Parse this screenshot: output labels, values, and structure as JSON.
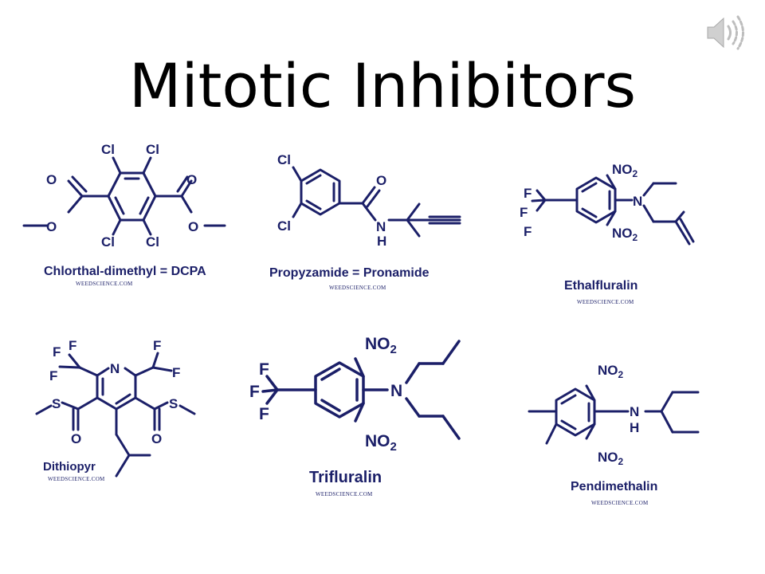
{
  "title": "Mitotic Inhibitors",
  "icons": {
    "audio": "speaker-icon"
  },
  "colors": {
    "structure": "#1b1f68",
    "title": "#000000",
    "background": "#ffffff"
  },
  "credit": "WEEDSCIENCE.COM",
  "molecules": [
    {
      "name": "Chlorthal-dimethyl = DCPA",
      "atoms": {
        "cl1": "Cl",
        "cl2": "Cl",
        "cl3": "Cl",
        "cl4": "Cl",
        "o1": "O",
        "o2": "O",
        "o3": "O",
        "o4": "O"
      }
    },
    {
      "name": "Propyzamide = Pronamide",
      "atoms": {
        "cl1": "Cl",
        "cl2": "Cl",
        "o": "O",
        "n": "N",
        "h": "H"
      }
    },
    {
      "name": "Ethalfluralin",
      "atoms": {
        "no2a": "NO2",
        "no2b": "NO2",
        "n": "N",
        "f1": "F",
        "f2": "F",
        "f3": "F"
      }
    },
    {
      "name": "Dithiopyr",
      "atoms": {
        "n": "N",
        "f1": "F",
        "f2": "F",
        "f3": "F",
        "f4": "F",
        "f5": "F",
        "s1": "S",
        "s2": "S",
        "o1": "O",
        "o2": "O"
      }
    },
    {
      "name": "Trifluralin",
      "atoms": {
        "no2a": "NO2",
        "no2b": "NO2",
        "n": "N",
        "f1": "F",
        "f2": "F",
        "f3": "F"
      }
    },
    {
      "name": "Pendimethalin",
      "atoms": {
        "no2a": "NO2",
        "no2b": "NO2",
        "n": "N",
        "h": "H"
      }
    }
  ]
}
